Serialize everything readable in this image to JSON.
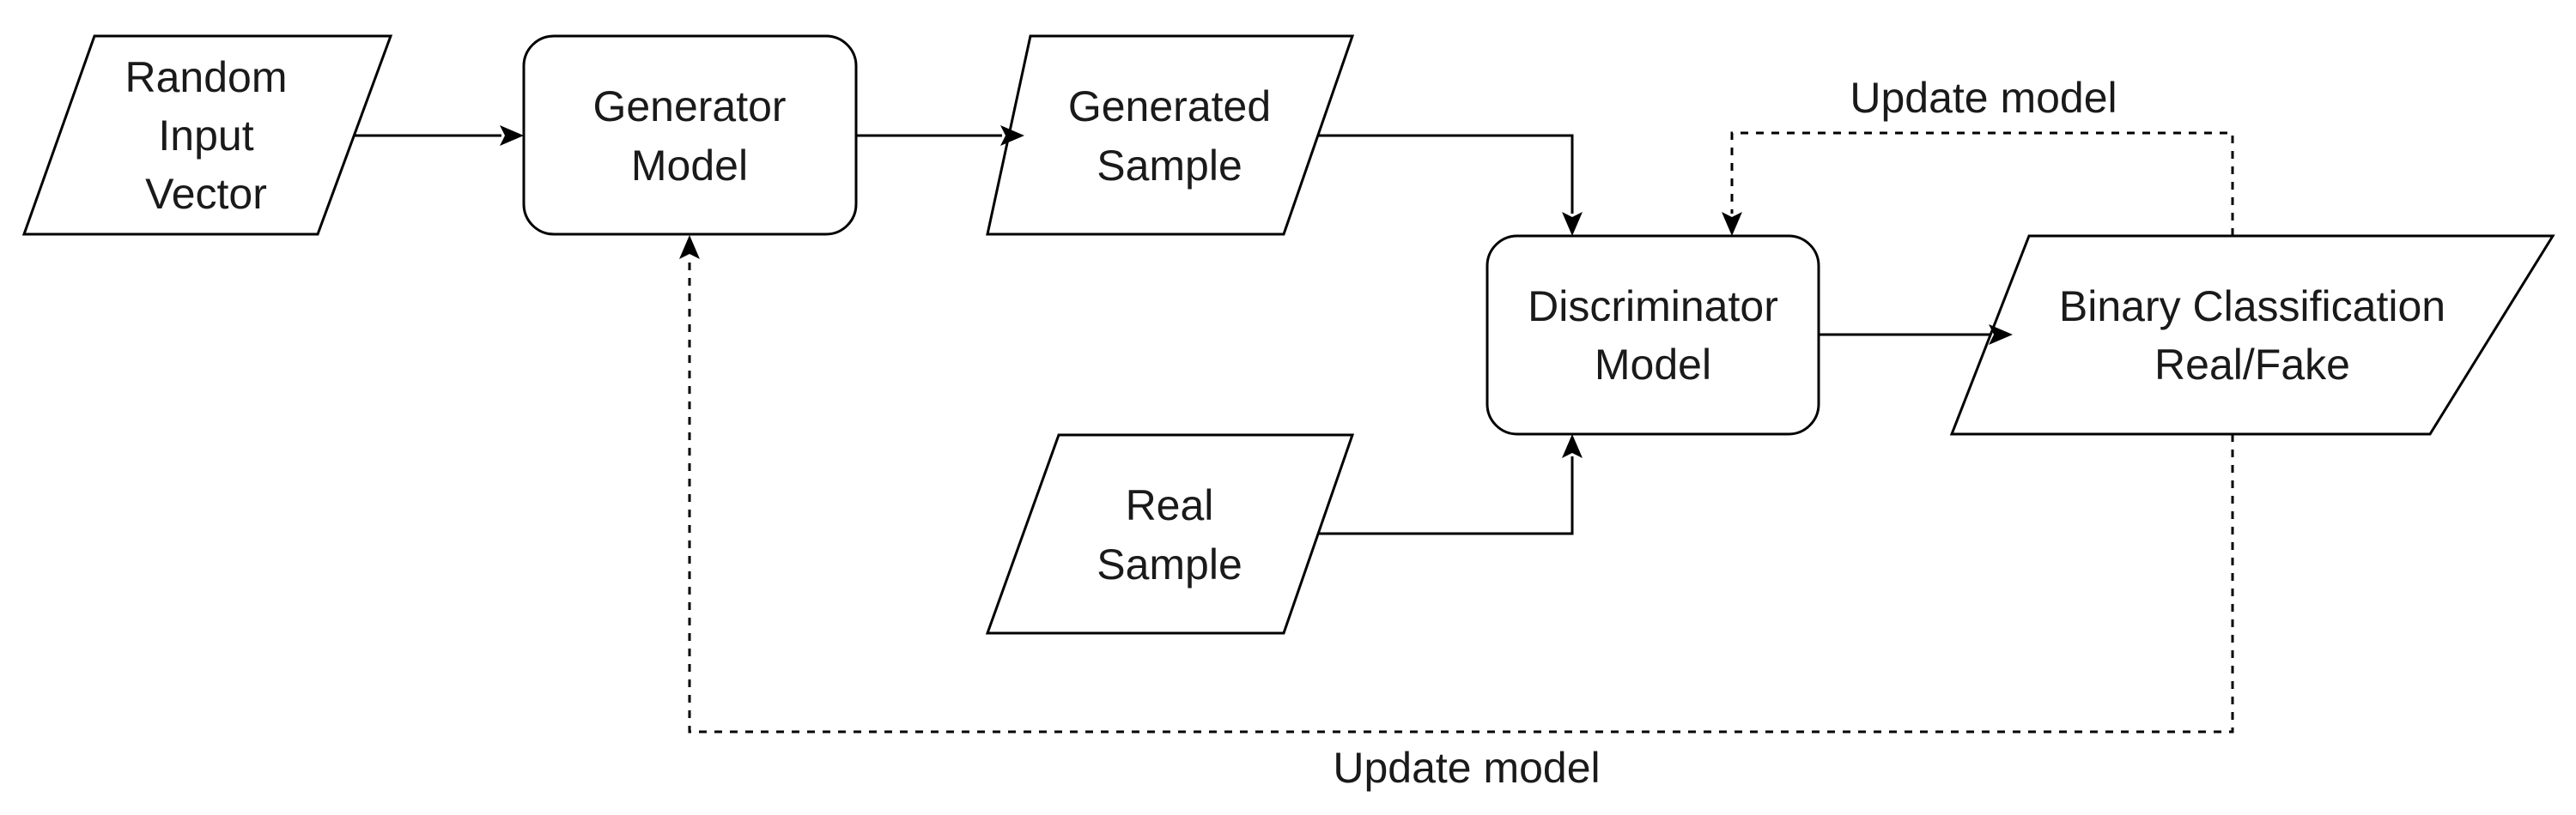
{
  "nodes": {
    "random_input": {
      "lines": [
        "Random",
        "Input",
        "Vector"
      ]
    },
    "generator": {
      "lines": [
        "Generator",
        "Model"
      ]
    },
    "generated_sample": {
      "lines": [
        "Generated",
        "Sample"
      ]
    },
    "discriminator": {
      "lines": [
        "Discriminator",
        "Model"
      ]
    },
    "real_sample": {
      "lines": [
        "Real",
        "Sample"
      ]
    },
    "binary_classification": {
      "lines": [
        "Binary Classification",
        "Real/Fake"
      ]
    }
  },
  "edge_labels": {
    "update_discriminator": "Update model",
    "update_generator": "Update model"
  }
}
